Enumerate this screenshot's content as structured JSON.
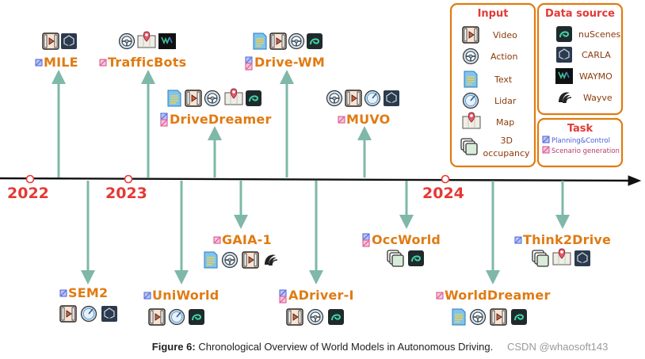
{
  "years": [
    "2022",
    "2023",
    "2024"
  ],
  "models": {
    "mile": "MILE",
    "trafficbots": "TrafficBots",
    "drivewm": "Drive-WM",
    "drivedreamer": "DriveDreamer",
    "muvo": "MUVO",
    "sem2": "SEM2",
    "uniworld": "UniWorld",
    "gaia1": "GAIA-1",
    "adriver": "ADriver-I",
    "occworld": "OccWorld",
    "worlddreamer": "WorldDreamer",
    "think2drive": "Think2Drive"
  },
  "legend": {
    "input_title": "Input",
    "input_items": [
      "Video",
      "Action",
      "Text",
      "Lidar",
      "Map",
      "3D occupancy"
    ],
    "datasource_title": "Data source",
    "datasource_items": [
      "nuScenes",
      "CARLA",
      "WAYMO",
      "Wayve"
    ],
    "task_title": "Task",
    "task_items": [
      "Planning&Control",
      "Scenario generation"
    ]
  },
  "icon_labels": {
    "carla": "CARLA",
    "waymo": "WAYMO"
  },
  "caption": {
    "label": "Figure 6:",
    "text": "Chronological Overview of World Models in Autonomous Driving."
  },
  "watermark": "CSDN @whaosoft143",
  "colors": {
    "arrow": "#7fb8a8",
    "model_name": "#e07b12",
    "year": "#e53935",
    "legend_border": "#e07b12",
    "planning_badge": "#4a5fd6",
    "scenario_badge": "#d84a8a"
  }
}
